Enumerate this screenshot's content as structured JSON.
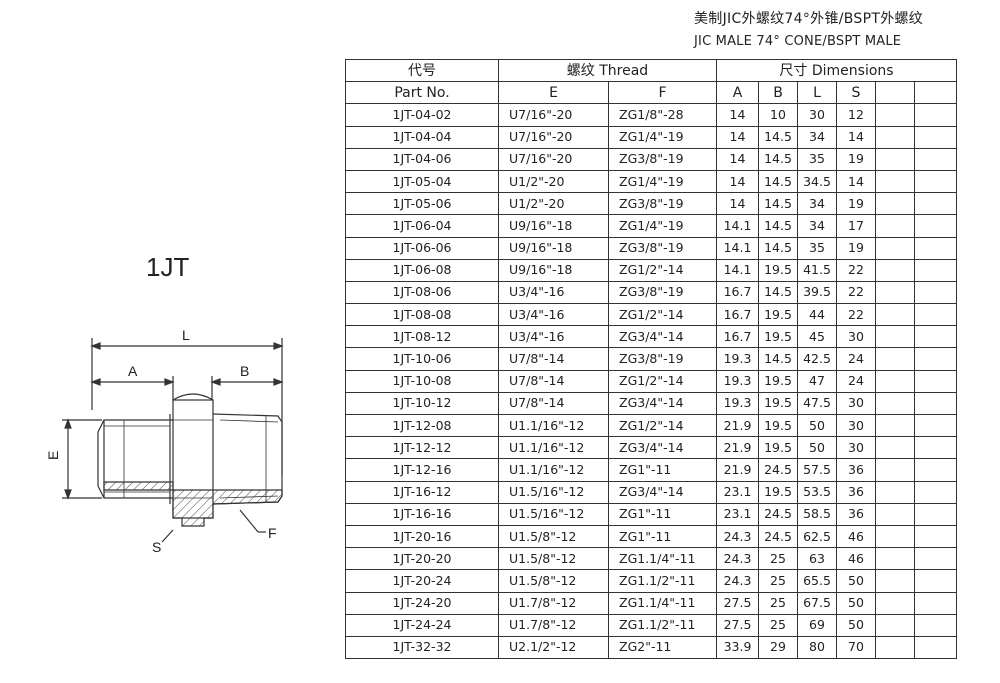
{
  "header": {
    "title_cn": "美制JIC外螺纹74°外锥/BSPT外螺纹",
    "title_en": "JIC MALE 74° CONE/BSPT MALE"
  },
  "model": "1JT",
  "drawing_labels": {
    "L": "L",
    "A": "A",
    "B": "B",
    "E": "E",
    "S": "S",
    "F": "F"
  },
  "table": {
    "headers": {
      "part_cn": "代号",
      "part_en": "Part No.",
      "thread": "螺纹 Thread",
      "dimensions": "尺寸 Dimensions",
      "E": "E",
      "F": "F",
      "A": "A",
      "B": "B",
      "L": "L",
      "S": "S"
    },
    "rows": [
      {
        "part": "1JT-04-02",
        "E": "U7/16\"-20",
        "F": "ZG1/8\"-28",
        "A": "14",
        "B": "10",
        "L": "30",
        "S": "12"
      },
      {
        "part": "1JT-04-04",
        "E": "U7/16\"-20",
        "F": "ZG1/4\"-19",
        "A": "14",
        "B": "14.5",
        "L": "34",
        "S": "14"
      },
      {
        "part": "1JT-04-06",
        "E": "U7/16\"-20",
        "F": "ZG3/8\"-19",
        "A": "14",
        "B": "14.5",
        "L": "35",
        "S": "19"
      },
      {
        "part": "1JT-05-04",
        "E": "U1/2\"-20",
        "F": "ZG1/4\"-19",
        "A": "14",
        "B": "14.5",
        "L": "34.5",
        "S": "14"
      },
      {
        "part": "1JT-05-06",
        "E": "U1/2\"-20",
        "F": "ZG3/8\"-19",
        "A": "14",
        "B": "14.5",
        "L": "34",
        "S": "19"
      },
      {
        "part": "1JT-06-04",
        "E": "U9/16\"-18",
        "F": "ZG1/4\"-19",
        "A": "14.1",
        "B": "14.5",
        "L": "34",
        "S": "17"
      },
      {
        "part": "1JT-06-06",
        "E": "U9/16\"-18",
        "F": "ZG3/8\"-19",
        "A": "14.1",
        "B": "14.5",
        "L": "35",
        "S": "19"
      },
      {
        "part": "1JT-06-08",
        "E": "U9/16\"-18",
        "F": "ZG1/2\"-14",
        "A": "14.1",
        "B": "19.5",
        "L": "41.5",
        "S": "22"
      },
      {
        "part": "1JT-08-06",
        "E": "U3/4\"-16",
        "F": "ZG3/8\"-19",
        "A": "16.7",
        "B": "14.5",
        "L": "39.5",
        "S": "22"
      },
      {
        "part": "1JT-08-08",
        "E": "U3/4\"-16",
        "F": "ZG1/2\"-14",
        "A": "16.7",
        "B": "19.5",
        "L": "44",
        "S": "22"
      },
      {
        "part": "1JT-08-12",
        "E": "U3/4\"-16",
        "F": "ZG3/4\"-14",
        "A": "16.7",
        "B": "19.5",
        "L": "45",
        "S": "30"
      },
      {
        "part": "1JT-10-06",
        "E": "U7/8\"-14",
        "F": "ZG3/8\"-19",
        "A": "19.3",
        "B": "14.5",
        "L": "42.5",
        "S": "24"
      },
      {
        "part": "1JT-10-08",
        "E": "U7/8\"-14",
        "F": "ZG1/2\"-14",
        "A": "19.3",
        "B": "19.5",
        "L": "47",
        "S": "24"
      },
      {
        "part": "1JT-10-12",
        "E": "U7/8\"-14",
        "F": "ZG3/4\"-14",
        "A": "19.3",
        "B": "19.5",
        "L": "47.5",
        "S": "30"
      },
      {
        "part": "1JT-12-08",
        "E": "U1.1/16\"-12",
        "F": "ZG1/2\"-14",
        "A": "21.9",
        "B": "19.5",
        "L": "50",
        "S": "30"
      },
      {
        "part": "1JT-12-12",
        "E": "U1.1/16\"-12",
        "F": "ZG3/4\"-14",
        "A": "21.9",
        "B": "19.5",
        "L": "50",
        "S": "30"
      },
      {
        "part": "1JT-12-16",
        "E": "U1.1/16\"-12",
        "F": "ZG1\"-11",
        "A": "21.9",
        "B": "24.5",
        "L": "57.5",
        "S": "36"
      },
      {
        "part": "1JT-16-12",
        "E": "U1.5/16\"-12",
        "F": "ZG3/4\"-14",
        "A": "23.1",
        "B": "19.5",
        "L": "53.5",
        "S": "36"
      },
      {
        "part": "1JT-16-16",
        "E": "U1.5/16\"-12",
        "F": "ZG1\"-11",
        "A": "23.1",
        "B": "24.5",
        "L": "58.5",
        "S": "36"
      },
      {
        "part": "1JT-20-16",
        "E": "U1.5/8\"-12",
        "F": "ZG1\"-11",
        "A": "24.3",
        "B": "24.5",
        "L": "62.5",
        "S": "46"
      },
      {
        "part": "1JT-20-20",
        "E": "U1.5/8\"-12",
        "F": "ZG1.1/4\"-11",
        "A": "24.3",
        "B": "25",
        "L": "63",
        "S": "46"
      },
      {
        "part": "1JT-20-24",
        "E": "U1.5/8\"-12",
        "F": "ZG1.1/2\"-11",
        "A": "24.3",
        "B": "25",
        "L": "65.5",
        "S": "50"
      },
      {
        "part": "1JT-24-20",
        "E": "U1.7/8\"-12",
        "F": "ZG1.1/4\"-11",
        "A": "27.5",
        "B": "25",
        "L": "67.5",
        "S": "50"
      },
      {
        "part": "1JT-24-24",
        "E": "U1.7/8\"-12",
        "F": "ZG1.1/2\"-11",
        "A": "27.5",
        "B": "25",
        "L": "69",
        "S": "50"
      },
      {
        "part": "1JT-32-32",
        "E": "U2.1/2\"-12",
        "F": "ZG2\"-11",
        "A": "33.9",
        "B": "29",
        "L": "80",
        "S": "70"
      }
    ]
  }
}
